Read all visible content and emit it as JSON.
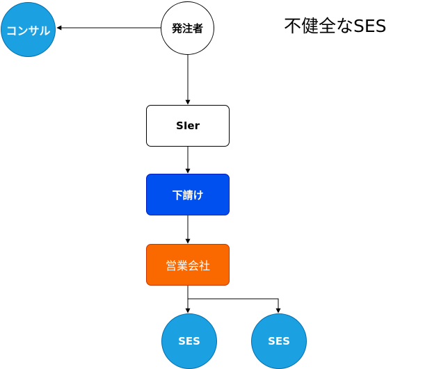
{
  "title": "不健全なSES",
  "nodes": {
    "client": "発注者",
    "consul": "コンサル",
    "sier": "SIer",
    "subcontractor": "下請け",
    "sales": "営業会社",
    "ses_1": "SES",
    "ses_2": "SES"
  },
  "colors": {
    "blue_node": "#1ba1e2",
    "subcontractor": "#0050ef",
    "sales": "#fa6800",
    "edge": "#000000"
  }
}
